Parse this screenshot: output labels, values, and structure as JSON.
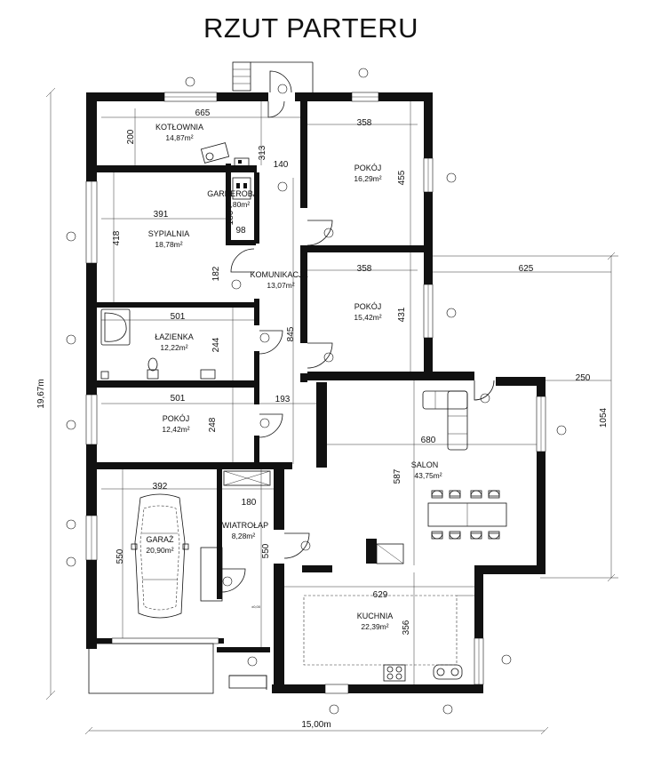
{
  "title": "RZUT PARTERU",
  "rooms": {
    "kotlownia": {
      "name": "KOTŁOWNIA",
      "area": "14,87m²"
    },
    "garderoba": {
      "name": "GARDEROBA",
      "area": "1,80m²"
    },
    "sypialnia": {
      "name": "SYPIALNIA",
      "area": "18,78m²"
    },
    "komunikacja": {
      "name": "KOMUNIKACJA",
      "area": "13,07m²"
    },
    "lazienka": {
      "name": "ŁAZIENKA",
      "area": "12,22m²"
    },
    "pokoj_w": {
      "name": "POKÓJ",
      "area": "12,42m²"
    },
    "pokoj_ne": {
      "name": "POKÓJ",
      "area": "16,29m²"
    },
    "pokoj_e": {
      "name": "POKÓJ",
      "area": "15,42m²"
    },
    "salon": {
      "name": "SALON",
      "area": "43,75m²"
    },
    "garaz": {
      "name": "GARAŻ",
      "area": "20,90m²"
    },
    "wiatrolap": {
      "name": "WIATROŁAP",
      "area": "8,28m²"
    },
    "kuchnia": {
      "name": "KUCHNIA",
      "area": "22,39m²"
    }
  },
  "dims": {
    "d665": "665",
    "d200": "200",
    "d313": "313",
    "d140": "140",
    "d391": "391",
    "d418": "418",
    "d180a": "180",
    "d98": "98",
    "d182": "182",
    "d358a": "358",
    "d455": "455",
    "d358b": "358",
    "d431": "431",
    "d625": "625",
    "d501a": "501",
    "d244": "244",
    "d845": "845",
    "d501b": "501",
    "d248": "248",
    "d193": "193",
    "d250": "250",
    "d680": "680",
    "d587": "587",
    "d1054": "1054",
    "d392": "392",
    "d180b": "180",
    "d550a": "550",
    "d550b": "550",
    "d629": "629",
    "d356": "356",
    "total_height": "19,67m",
    "total_width": "15,00m"
  },
  "level_mark": "±0,00"
}
